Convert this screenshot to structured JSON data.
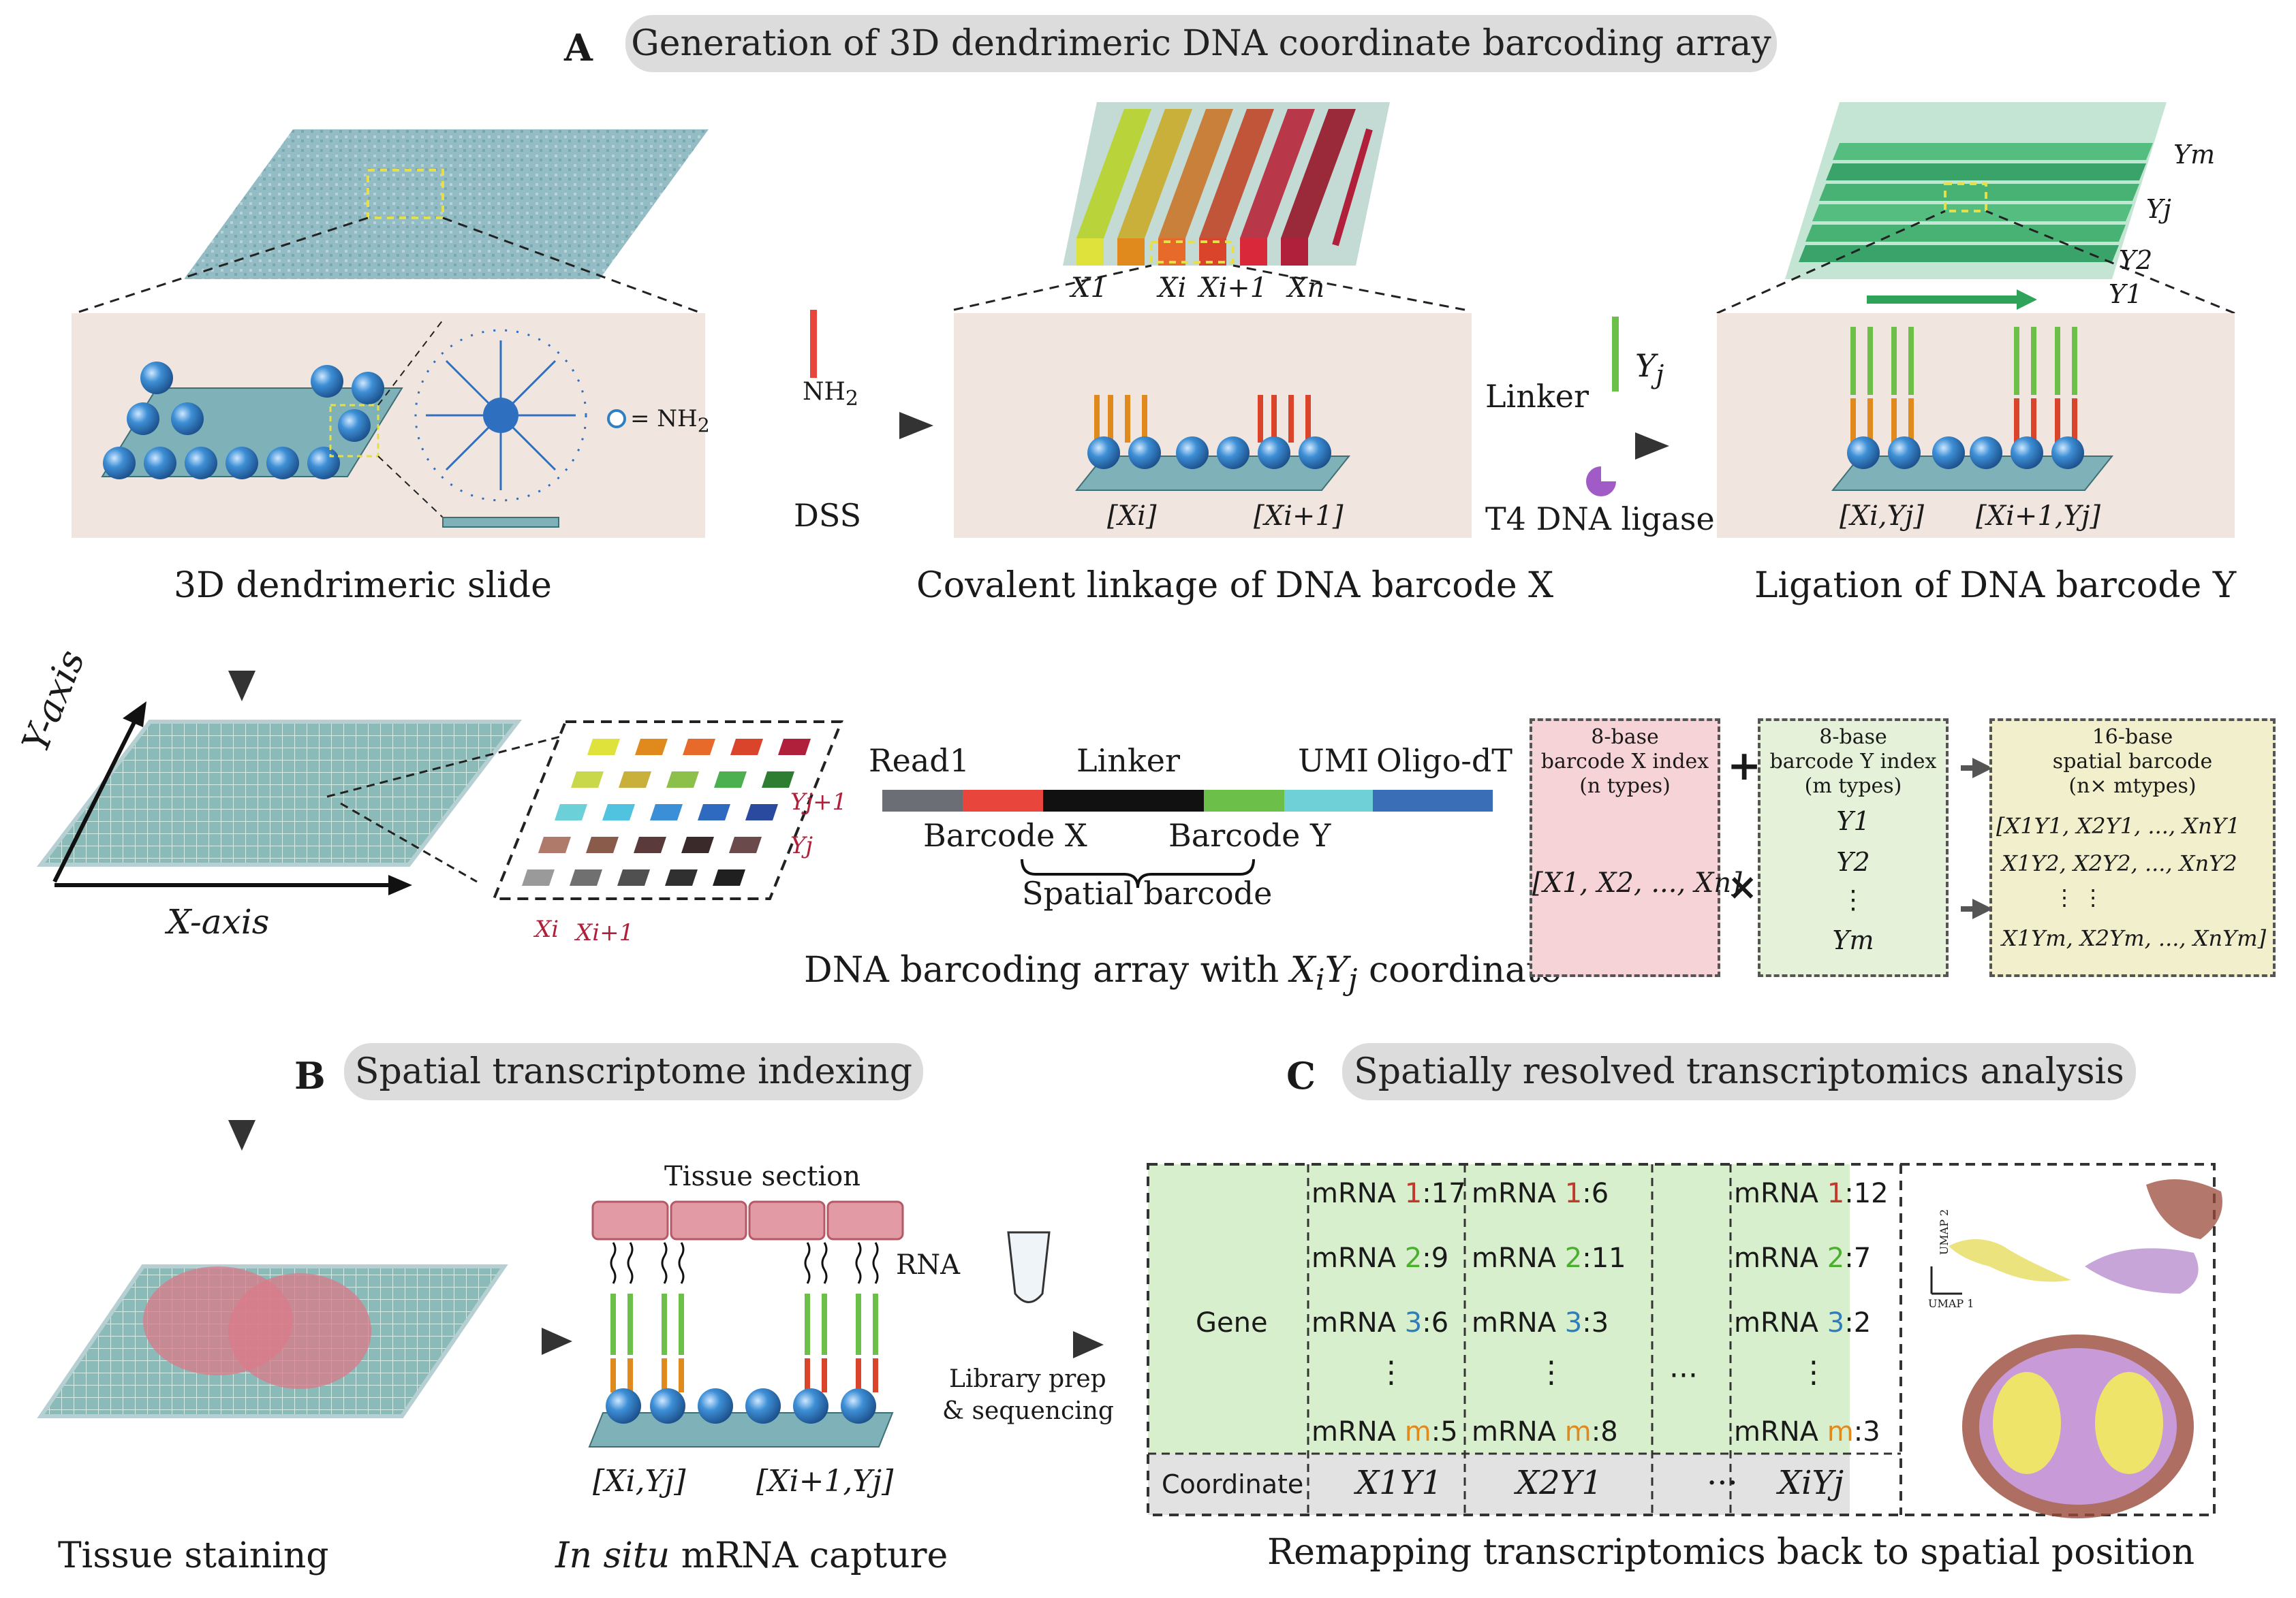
{
  "panel_a": {
    "letter": "A",
    "title": "Generation of 3D dendrimeric DNA coordinate barcoding array",
    "step1_caption": "3D dendrimeric slide",
    "step2_caption": "Covalent linkage of DNA barcode X",
    "step3_caption": "Ligation of DNA barcode Y",
    "nh2_legend": "= NH",
    "nh2_sub": "2",
    "nh2_reagent": "NH",
    "nh2_reagent_sub": "2",
    "dss_label": "DSS",
    "linker_label": "Linker",
    "yj_label": "Y",
    "yj_sub": "j",
    "ligase_label": "T4 DNA  ligase",
    "x_labels": [
      "X1",
      "Xi",
      "Xi+1",
      "Xn"
    ],
    "y_labels": [
      "Y1",
      "Y2",
      "Yj",
      "Ym"
    ],
    "bead_x_labels": [
      "[Xi]",
      "[Xi+1]"
    ],
    "bead_xy_labels": [
      "[Xi,Yj]",
      "[Xi+1,Yj]"
    ]
  },
  "array_section": {
    "y_axis": "Y-axis",
    "x_axis": "X-axis",
    "grid_y_labels": [
      "Yj+1",
      "Yj"
    ],
    "grid_x_labels": [
      "Xi",
      "Xi+1"
    ],
    "read1": "Read1",
    "linker": "Linker",
    "umi": "UMI",
    "oligo_dt": "Oligo-dT",
    "barcode_x": "Barcode X",
    "barcode_y": "Barcode Y",
    "spatial_barcode": "Spatial barcode",
    "caption_pre": "DNA barcoding array with ",
    "caption_post": " coordinate",
    "box1_title1": "8-base",
    "box1_title2": "barcode X index",
    "box1_title3": "(n types)",
    "box1_content": "[X1, X2, ..., Xn]",
    "box2_title1": "8-base",
    "box2_title2": "barcode Y index",
    "box2_title3": "(m types)",
    "box2_items": [
      "Y1",
      "Y2",
      "⋮",
      "Ym"
    ],
    "box3_title1": "16-base",
    "box3_title2": "spatial barcode",
    "box3_title3": "(n× mtypes)",
    "box3_rows": [
      "[X1Y1, X2Y1, ..., XnY1",
      "X1Y2, X2Y2, ..., XnY2",
      "⋮          ⋮",
      "X1Ym, X2Ym, ..., XnYm]"
    ],
    "plus": "+",
    "times": "×"
  },
  "panel_b": {
    "letter": "B",
    "title": "Spatial transcriptome indexing",
    "tissue_caption": "Tissue staining",
    "capture_caption_italic": "In situ",
    "capture_caption_rest": " mRNA capture",
    "tissue_section": "Tissue section",
    "rna": "RNA",
    "library_prep": "Library prep",
    "sequencing": "& sequencing",
    "bead_labels": [
      "[Xi,Yj]",
      "[Xi+1,Yj]"
    ]
  },
  "panel_c": {
    "letter": "C",
    "title": "Spatially resolved transcriptomics analysis",
    "caption": "Remapping transcriptomics back to spatial position",
    "gene_label": "Gene",
    "coordinate_label": "Coordinate",
    "columns": [
      {
        "rows": [
          [
            "mRNA ",
            "1",
            ":17"
          ],
          [
            "mRNA ",
            "2",
            ":9"
          ],
          [
            "mRNA ",
            "3",
            ":6"
          ],
          [
            "mRNA ",
            "m",
            ":5"
          ]
        ],
        "coord": "X1Y1"
      },
      {
        "rows": [
          [
            "mRNA ",
            "1",
            ":6"
          ],
          [
            "mRNA ",
            "2",
            ":11"
          ],
          [
            "mRNA ",
            "3",
            ":3"
          ],
          [
            "mRNA ",
            "m",
            ":8"
          ]
        ],
        "coord": "X2Y1"
      },
      {
        "rows": [],
        "coord": "···"
      },
      {
        "rows": [
          [
            "mRNA ",
            "1",
            ":12"
          ],
          [
            "mRNA ",
            "2",
            ":7"
          ],
          [
            "mRNA ",
            "3",
            ":2"
          ],
          [
            "mRNA ",
            "m",
            ":3"
          ]
        ],
        "coord": "XiYj"
      }
    ],
    "index_colors": [
      "#c0392b",
      "#4caf2f",
      "#2e7dbd",
      "#e08a1e"
    ],
    "umap_x": "UMAP 1",
    "umap_y": "UMAP 2"
  },
  "colors": {
    "pill": "#dcdcdc",
    "slide": "#8fb8c0",
    "beige": "#f1e6df",
    "bead": "#2f7fc2",
    "barcode_x": "#e8453c",
    "barcode_y": "#6cc04a",
    "linker": "#111111",
    "umi": "#70d0d8",
    "oligo": "#3a6fb8",
    "read1": "#6b6e75"
  }
}
